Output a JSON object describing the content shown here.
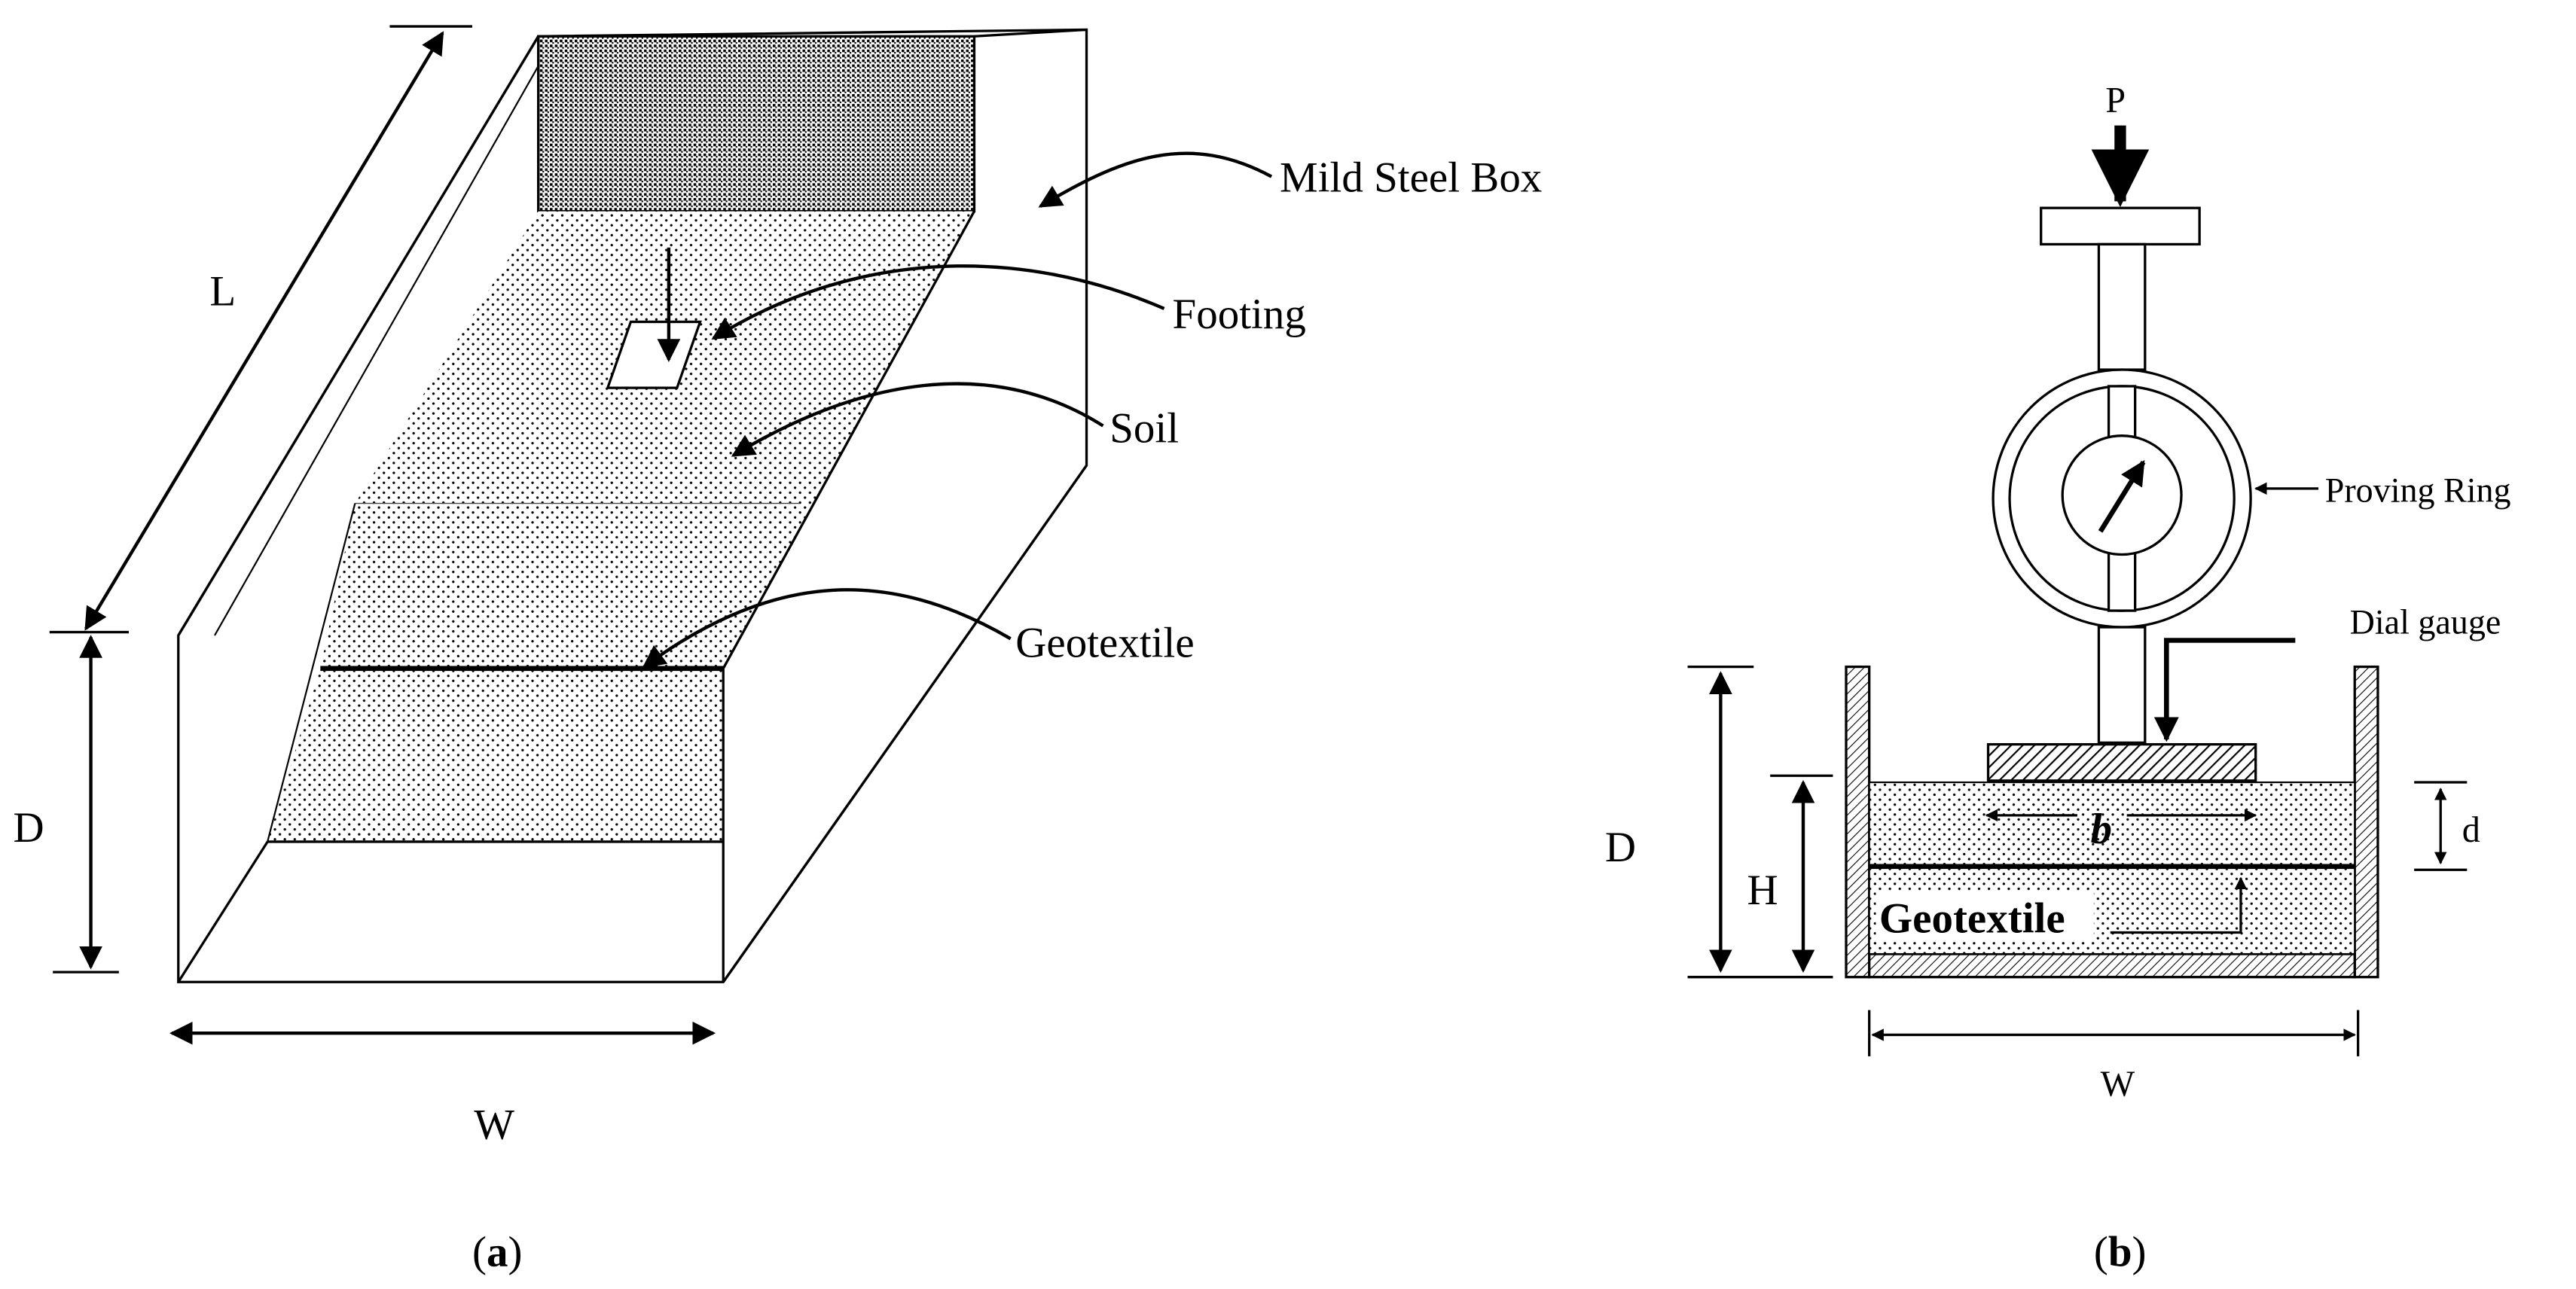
{
  "panel_a": {
    "caption": "(a)",
    "caption_letter": "a",
    "labels": {
      "mild_steel_box": "Mild Steel Box",
      "footing": "Footing",
      "soil": "Soil",
      "geotextile": "Geotextile",
      "length": "L",
      "depth": "D",
      "width": "W"
    }
  },
  "panel_b": {
    "caption": "(b)",
    "caption_letter": "b",
    "labels": {
      "load": "P",
      "proving_ring": "Proving Ring",
      "dial_gauge": "Dial gauge",
      "depth": "D",
      "soil_height": "H",
      "embedment": "d",
      "footing_width": "b",
      "geotextile": "Geotextile",
      "width": "W"
    }
  },
  "colors": {
    "ink": "#000000",
    "paper": "#ffffff"
  }
}
